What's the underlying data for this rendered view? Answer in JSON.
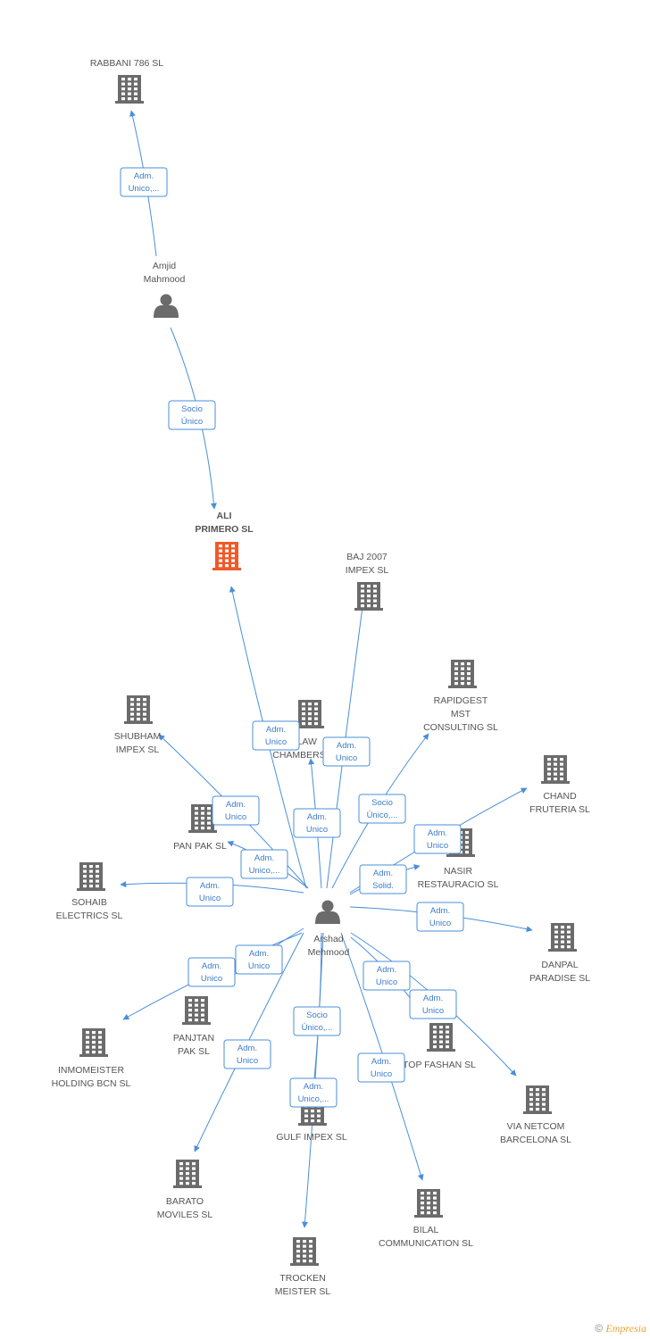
{
  "colors": {
    "edge": "#4a8fd9",
    "company": "#6b6b6b",
    "focus_company": "#f05a2a",
    "person": "#6b6b6b"
  },
  "nodes": [
    {
      "id": "rabbani",
      "type": "company",
      "label": [
        "RABBANI 786 SL"
      ]
    },
    {
      "id": "amjid",
      "type": "person",
      "label": [
        "Amjid",
        "Mahmood"
      ]
    },
    {
      "id": "ali",
      "type": "company",
      "focus": true,
      "label": [
        "ALI",
        "PRIMERO SL"
      ]
    },
    {
      "id": "baj",
      "type": "company",
      "label": [
        "BAJ 2007",
        "IMPEX SL"
      ]
    },
    {
      "id": "rapidgest",
      "type": "company",
      "label": [
        "RAPIDGEST",
        "MST",
        "CONSULTING SL"
      ]
    },
    {
      "id": "shubham",
      "type": "company",
      "label": [
        "SHUBHAM",
        "IMPEX SL"
      ]
    },
    {
      "id": "lawchambers",
      "type": "company",
      "label": [
        "AH LAW",
        "CHAMBERS"
      ]
    },
    {
      "id": "chand",
      "type": "company",
      "label": [
        "CHAND",
        "FRUTERIA SL"
      ]
    },
    {
      "id": "panpak",
      "type": "company",
      "label": [
        "PAN PAK SL"
      ]
    },
    {
      "id": "nasir",
      "type": "company",
      "label": [
        "NASIR",
        "RESTAURACIO SL"
      ]
    },
    {
      "id": "sohaib",
      "type": "company",
      "label": [
        "SOHAIB",
        "ELECTRICS SL"
      ]
    },
    {
      "id": "arshad",
      "type": "person",
      "label": [
        "Arshad",
        "Mehmood"
      ]
    },
    {
      "id": "danpal",
      "type": "company",
      "label": [
        "DANPAL",
        "PARADISE SL"
      ]
    },
    {
      "id": "panjtan",
      "type": "company",
      "label": [
        "PANJTAN",
        "PAK SL"
      ]
    },
    {
      "id": "inmomeister",
      "type": "company",
      "label": [
        "INMOMEISTER",
        "HOLDING BCN SL"
      ]
    },
    {
      "id": "topfashan",
      "type": "company",
      "label": [
        "TOP FASHAN SL"
      ]
    },
    {
      "id": "gulf",
      "type": "company",
      "label": [
        "GULF IMPEX SL"
      ]
    },
    {
      "id": "vianetcom",
      "type": "company",
      "label": [
        "VIA NETCOM",
        "BARCELONA SL"
      ]
    },
    {
      "id": "barato",
      "type": "company",
      "label": [
        "BARATO",
        "MOVILES SL"
      ]
    },
    {
      "id": "bilal",
      "type": "company",
      "label": [
        "BILAL",
        "COMMUNICATION SL"
      ]
    },
    {
      "id": "trocken",
      "type": "company",
      "label": [
        "TROCKEN",
        "MEISTER SL"
      ]
    }
  ],
  "edges": [
    {
      "from": "amjid",
      "to": "rabbani",
      "label": [
        "Adm.",
        "Unico,..."
      ]
    },
    {
      "from": "amjid",
      "to": "ali",
      "label": [
        "Socio",
        "Único"
      ]
    },
    {
      "from": "arshad",
      "to": "ali",
      "label": [
        "Adm.",
        "Unico"
      ]
    },
    {
      "from": "arshad",
      "to": "baj",
      "label": [
        "Adm.",
        "Unico"
      ]
    },
    {
      "from": "arshad",
      "to": "rapidgest",
      "label": [
        "Socio",
        "Único,..."
      ]
    },
    {
      "from": "arshad",
      "to": "shubham",
      "label": [
        "Adm.",
        "Unico"
      ]
    },
    {
      "from": "arshad",
      "to": "lawchambers",
      "label": [
        "Adm.",
        "Unico"
      ]
    },
    {
      "from": "arshad",
      "to": "chand",
      "label": [
        "Adm.",
        "Unico"
      ]
    },
    {
      "from": "arshad",
      "to": "panpak",
      "label": [
        "Adm.",
        "Unico,..."
      ]
    },
    {
      "from": "arshad",
      "to": "nasir",
      "label": [
        "Adm.",
        "Solid."
      ]
    },
    {
      "from": "arshad",
      "to": "sohaib",
      "label": [
        "Adm.",
        "Unico"
      ]
    },
    {
      "from": "arshad",
      "to": "danpal",
      "label": [
        "Adm.",
        "Unico"
      ]
    },
    {
      "from": "arshad",
      "to": "panjtan",
      "label": [
        "Adm.",
        "Unico"
      ]
    },
    {
      "from": "arshad",
      "to": "inmomeister",
      "label": [
        "Adm.",
        "Unico"
      ]
    },
    {
      "from": "arshad",
      "to": "topfashan",
      "label": [
        "Adm.",
        "Unico"
      ]
    },
    {
      "from": "arshad",
      "to": "gulf",
      "label": [
        "Socio",
        "Único,..."
      ]
    },
    {
      "from": "arshad",
      "to": "vianetcom",
      "label": [
        "Adm.",
        "Unico"
      ]
    },
    {
      "from": "arshad",
      "to": "barato",
      "label": [
        "Adm.",
        "Unico"
      ]
    },
    {
      "from": "arshad",
      "to": "bilal",
      "label": [
        "Adm.",
        "Unico"
      ]
    },
    {
      "from": "arshad",
      "to": "trocken",
      "label": [
        "Adm.",
        "Unico,..."
      ]
    }
  ],
  "footer": {
    "copyright": "©",
    "brand": "Empresia"
  }
}
